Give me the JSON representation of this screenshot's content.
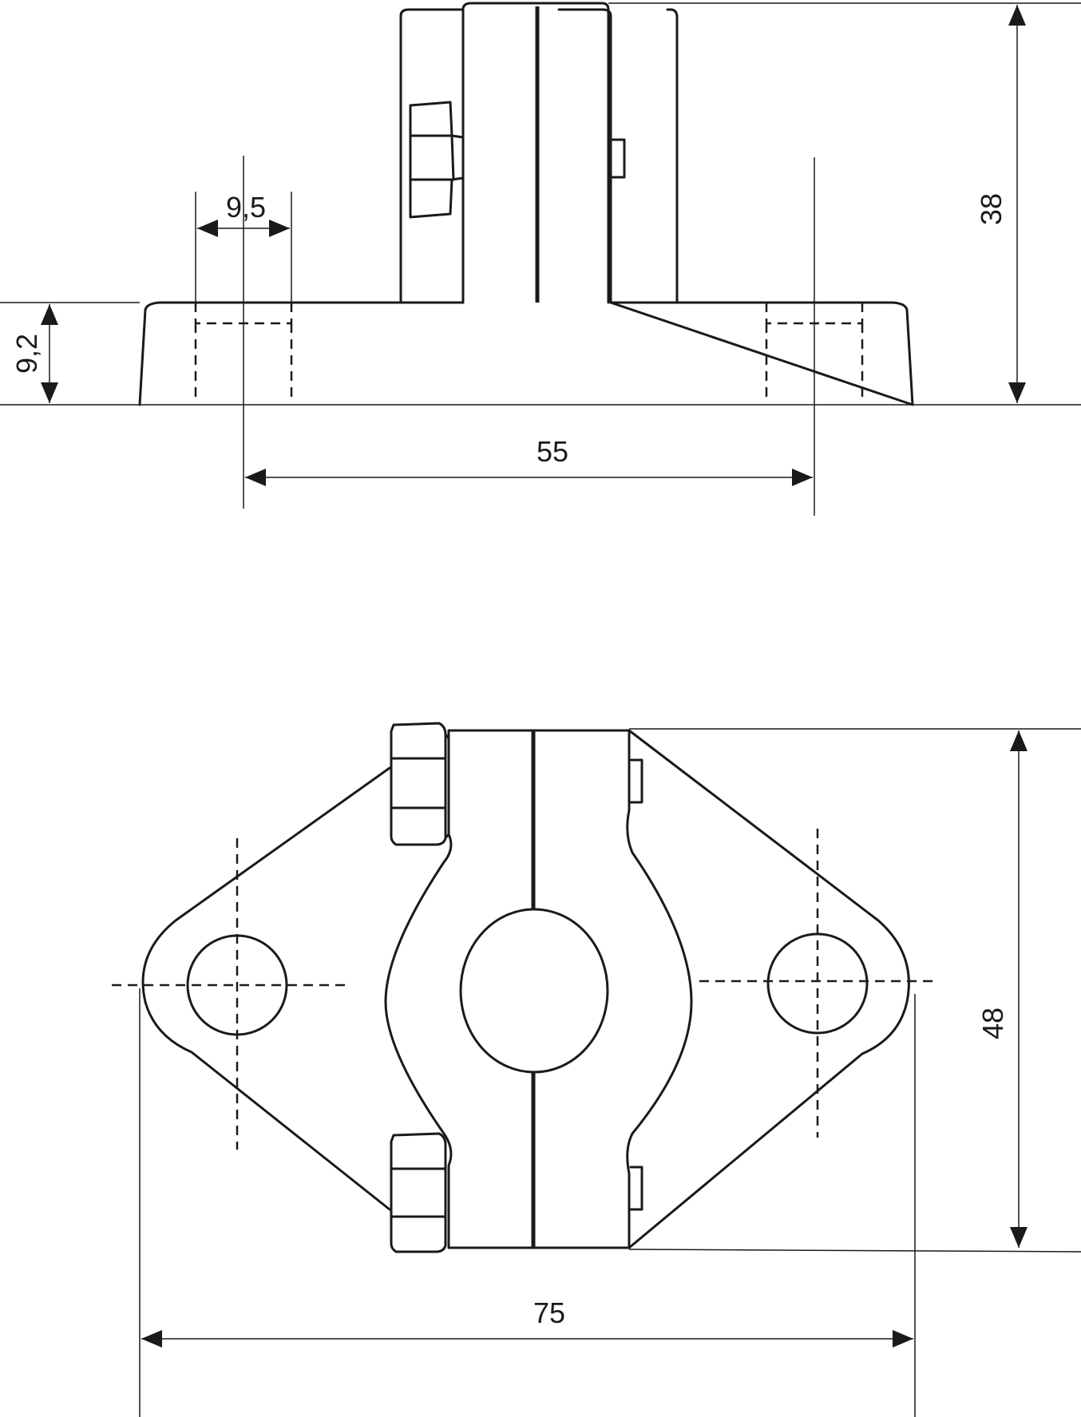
{
  "dimensions": {
    "hole_diameter": "9,5",
    "base_height": "9,2",
    "total_height": "38",
    "hole_spacing": "55",
    "width_top_view": "48",
    "length_top_view": "75"
  }
}
